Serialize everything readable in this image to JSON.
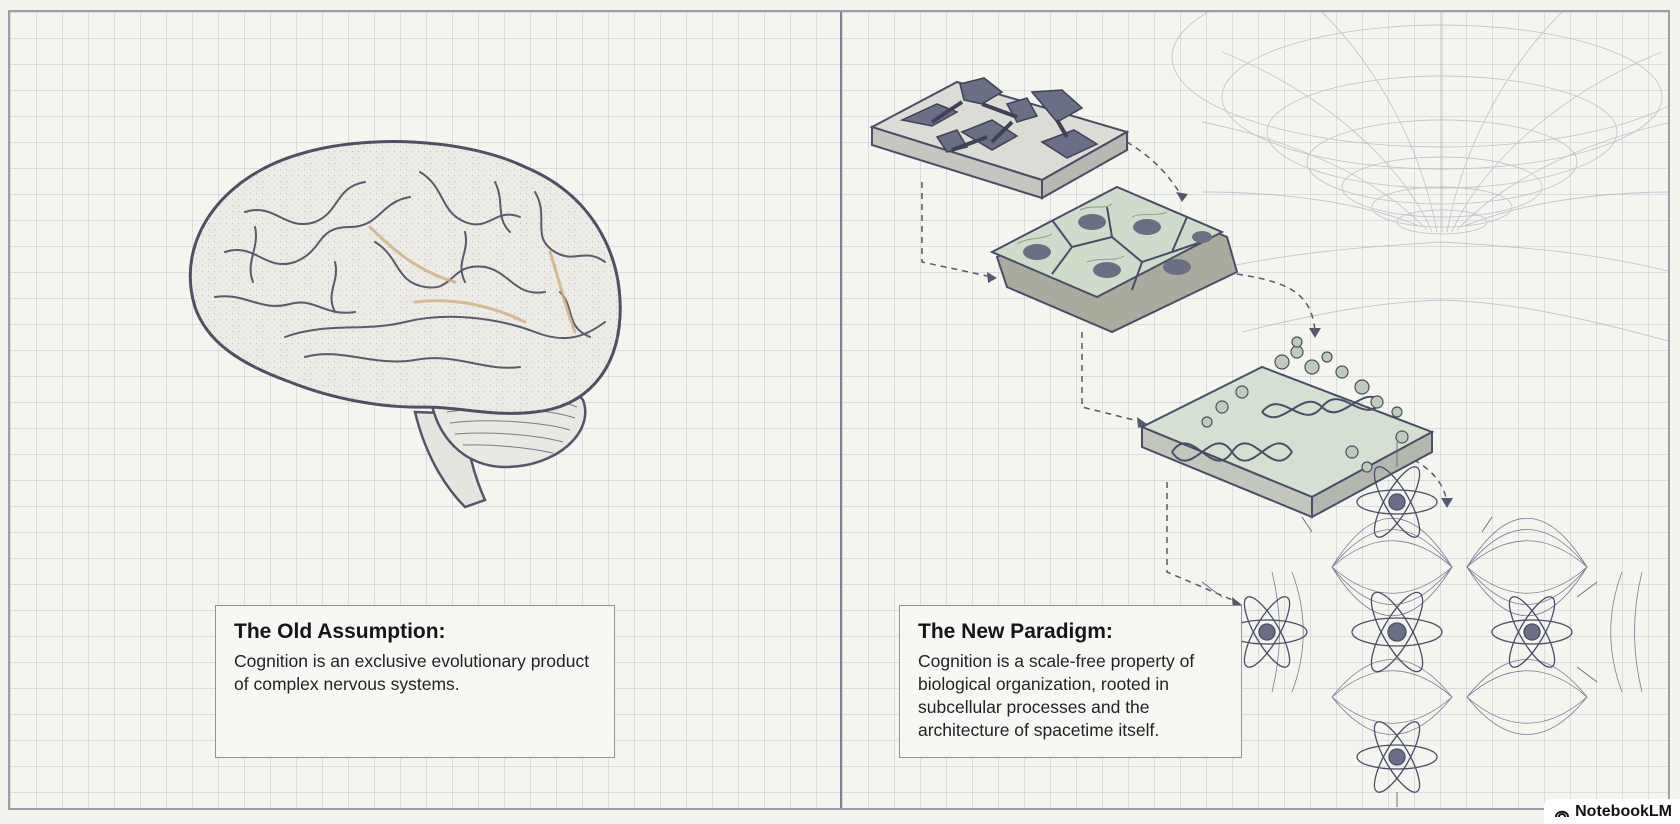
{
  "left": {
    "heading": "The Old Assumption:",
    "body": "Cognition is an exclusive evolutionary product of complex nervous systems."
  },
  "right": {
    "heading": "The New Paradigm:",
    "body": "Cognition is a scale-free property of biological organization, rooted in subcellular processes and the architecture of spacetime itself."
  },
  "watermark": {
    "label": "NotebookLM",
    "icon": "notebooklm-logo-icon"
  },
  "colors": {
    "ink": "#4a4e66",
    "slate": "#6b6f86",
    "green": "#cfdccb",
    "brain": "#ecebe6",
    "accent": "#d9b68a"
  }
}
